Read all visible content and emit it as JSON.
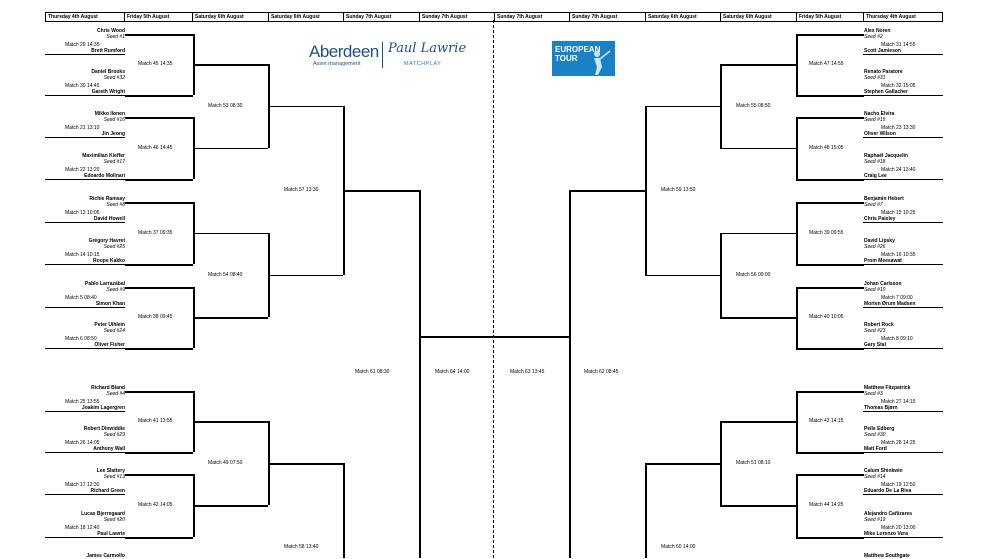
{
  "headers": [
    "Thursday 4th August",
    "Friday 5th August",
    "Saturday 6th August",
    "Saturday 6th August",
    "Sunday 7th August",
    "Sunday 7th August",
    "Sunday 7th August",
    "Sunday 7th August",
    "Saturday 6th August",
    "Saturday 6th August",
    "Friday 5th August",
    "Thursday 4th August"
  ],
  "logos": {
    "aberdeen": "Aberdeen",
    "asset": "Asset management",
    "signature": "Paul Lawrie",
    "matchplay": "MATCHPLAY",
    "european": "EUROPEAN",
    "tour": "TOUR"
  },
  "left_r1": [
    {
      "top": "Chris Wood",
      "seed": "Seed #1",
      "match": "Match 29  14:35",
      "bottom": "Brett Rumford"
    },
    {
      "top": "Daniel Brooks",
      "seed": "Seed #32",
      "match": "Match 30  14:45",
      "bottom": "Gareth Wright"
    },
    {
      "top": "Mikko Ilonen",
      "seed": "Seed #16",
      "match": "Match 21  13:10",
      "bottom": "Jin Jeong"
    },
    {
      "top": "Maximilian Kieffer",
      "seed": "Seed #17",
      "match": "Match 22  13:20",
      "bottom": "Edoardo Molinari"
    },
    {
      "top": "Richie Ramsay",
      "seed": "Seed #8",
      "match": "Match 13   10:05",
      "bottom": "David Howell"
    },
    {
      "top": "Grégory Havret",
      "seed": "Seed #25",
      "match": "Match 14   10:15",
      "bottom": "Roope Kakko"
    },
    {
      "top": "Pablo Larrazábal",
      "seed": "Seed #9",
      "match": "Match 5   08:40",
      "bottom": "Simon Khan"
    },
    {
      "top": "Peter Uihlein",
      "seed": "Seed #24",
      "match": "Match 6  08:50",
      "bottom": "Oliver Fisher"
    },
    {
      "top": "Richard Bland",
      "seed": "Seed #4",
      "match": "Match 25  13:55",
      "bottom": "Joakim Lagergren"
    },
    {
      "top": "Robert Dinwiddie",
      "seed": "Seed #29",
      "match": "Match 26  14:05",
      "bottom": "Anthony Wall"
    },
    {
      "top": "Lee Slattery",
      "seed": "Seed #13",
      "match": "Match 17  12:30",
      "bottom": "Richard Green"
    },
    {
      "top": "Lucas Bjerregaard",
      "seed": "Seed #20",
      "match": "Match 18  12:40",
      "bottom": "Paul Lawrie"
    },
    {
      "top": "James Carmollo",
      "seed": "",
      "match": "",
      "bottom": ""
    }
  ],
  "right_r1": [
    {
      "top": "Alex Noren",
      "seed": "Seed #2",
      "match": "Match 31  14:55",
      "bottom": "Scott Jamieson"
    },
    {
      "top": "Renato Paratore",
      "seed": "Seed #31",
      "match": "Match 32  15:05",
      "bottom": "Stephen Gallacher"
    },
    {
      "top": "Nacho Elvira",
      "seed": "Seed #15",
      "match": "Match 23  13:30",
      "bottom": "Oliver Wilson"
    },
    {
      "top": "Raphaël Jacquelin",
      "seed": "Seed #18",
      "match": "Match 24  13:40",
      "bottom": "Craig Lee"
    },
    {
      "top": "Benjamin Hebert",
      "seed": "Seed #7",
      "match": "Match 15   10:25",
      "bottom": "Chris Paisley"
    },
    {
      "top": "David Lipsky",
      "seed": "Seed #26",
      "match": "Match 16   10:35",
      "bottom": "Prom Meesawat"
    },
    {
      "top": "Johan Carlsson",
      "seed": "Seed #10",
      "match": "Match 7   09:00",
      "bottom": "Morten Ørum Madsen"
    },
    {
      "top": "Robert Rock",
      "seed": "Seed #23",
      "match": "Match 8   09:10",
      "bottom": "Gary Stal"
    },
    {
      "top": "Matthew Fitzpatrick",
      "seed": "Seed #3",
      "match": "Match 27  14:15",
      "bottom": "Thomas Bjørn"
    },
    {
      "top": "Pelle Edberg",
      "seed": "Seed #30",
      "match": "Match 28  14:25",
      "bottom": "Matt Ford"
    },
    {
      "top": "Calum Shinkwin",
      "seed": "Seed #14",
      "match": "Match 19   12:50",
      "bottom": "Eduardo De La Riva"
    },
    {
      "top": "Alejandro Cañizares",
      "seed": "Seed #19",
      "match": "Match 20  13:00",
      "bottom": "Mike Lorenzo Vera"
    },
    {
      "top": "Matthew Southgate",
      "seed": "",
      "match": "",
      "bottom": ""
    }
  ],
  "left_r2": [
    "Match 45  14:35",
    "Match 46  14:45",
    "Match 37  09:35",
    "Match 38  09:45",
    "Match 41  13:55",
    "Match 42  14:05"
  ],
  "right_r2": [
    "Match 47 14:55",
    "Match 48  15:05",
    "Match 39   09:55",
    "Match 40  10:05",
    "Match 43  14:15",
    "Match 44  14:25"
  ],
  "left_r3": [
    "Match 53   08:30",
    "Match 54  08:40",
    "Match 49   07:50"
  ],
  "right_r3": [
    "Match 55   08:50",
    "Match 56  09:00",
    "Match 51  08:10"
  ],
  "left_r4": [
    "Match 57   13:30",
    "Match 58   13:40"
  ],
  "right_r4": [
    "Match 59  13:50",
    "Match 60  14:00"
  ],
  "left_qf": "Match 61          08:30",
  "right_qf": "Match 62   08:45",
  "left_sf": "Match 64   14:00",
  "right_sf": "Match 63   13:45"
}
